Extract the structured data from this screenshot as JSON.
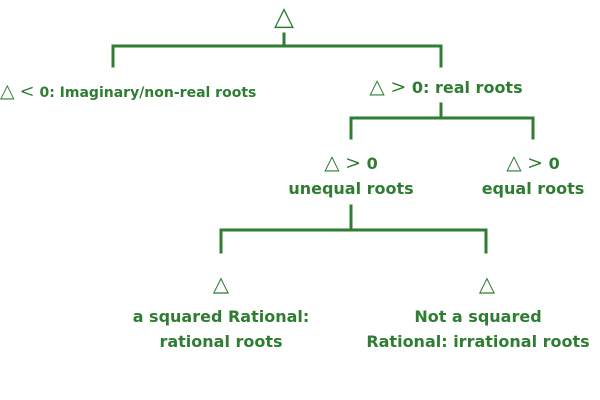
{
  "colors": {
    "ink": "#2e7d32",
    "background": "#ffffff"
  },
  "nodes": {
    "root": {
      "symbol": "△"
    },
    "negative": {
      "symbol": "△",
      "operator": "<",
      "text": "0: Imaginary/non-real roots"
    },
    "positive": {
      "symbol": "△",
      "operator": ">",
      "text": "0: real roots"
    },
    "unequal": {
      "symbol": "△",
      "operator": ">",
      "value": "0",
      "text": "unequal roots"
    },
    "equal": {
      "symbol": "△",
      "operator": ">",
      "value": "0",
      "text": "equal roots"
    },
    "square": {
      "symbol": "△",
      "line1": "a squared Rational:",
      "line2": "rational roots"
    },
    "nonsquare": {
      "symbol": "△",
      "line1": "Not a squared",
      "line2": "Rational: irrational roots"
    }
  }
}
